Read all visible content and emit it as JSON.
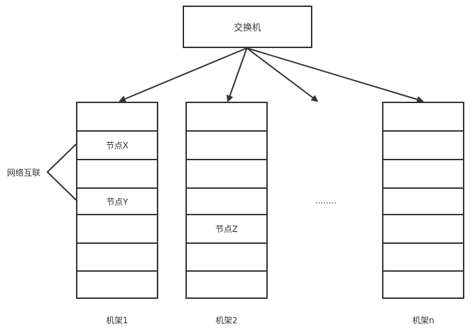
{
  "switch": {
    "label": "交换机"
  },
  "racks": [
    {
      "label": "机架1",
      "slots": [
        "",
        "节点X",
        "",
        "节点Y",
        "",
        "",
        ""
      ]
    },
    {
      "label": "机架2",
      "slots": [
        "",
        "",
        "",
        "",
        "节点Z",
        "",
        ""
      ]
    },
    {
      "label": "机架n",
      "slots": [
        "",
        "",
        "",
        "",
        "",
        "",
        ""
      ]
    }
  ],
  "ellipsis": "........",
  "network_label": "网络互联",
  "colors": {
    "line": "#333333",
    "background": "#ffffff",
    "text": "#333333"
  }
}
